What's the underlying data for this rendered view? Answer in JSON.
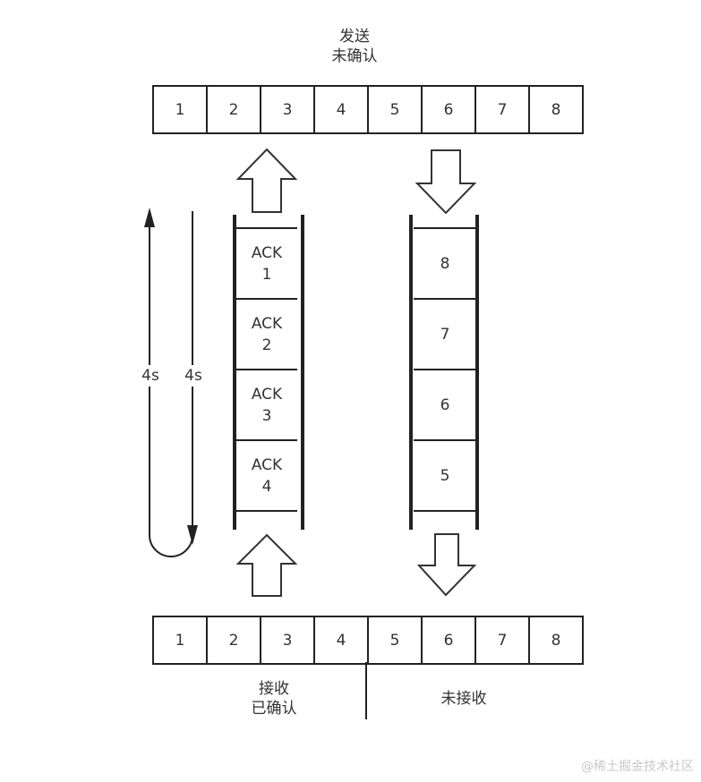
{
  "top_label": {
    "line1": "发送",
    "line2": "未确认"
  },
  "send_row": [
    "1",
    "2",
    "3",
    "4",
    "5",
    "6",
    "7",
    "8"
  ],
  "ack_stack": [
    {
      "top": "ACK",
      "num": "1"
    },
    {
      "top": "ACK",
      "num": "2"
    },
    {
      "top": "ACK",
      "num": "3"
    },
    {
      "top": "ACK",
      "num": "4"
    }
  ],
  "data_stack": [
    "8",
    "7",
    "6",
    "5"
  ],
  "timer_left": "4s",
  "timer_right": "4s",
  "recv_row": [
    "1",
    "2",
    "3",
    "4",
    "5",
    "6",
    "7",
    "8"
  ],
  "bottom_left_label": {
    "line1": "接收",
    "line2": "已确认"
  },
  "bottom_right_label": "未接收",
  "watermark": "@稀土掘金技术社区"
}
